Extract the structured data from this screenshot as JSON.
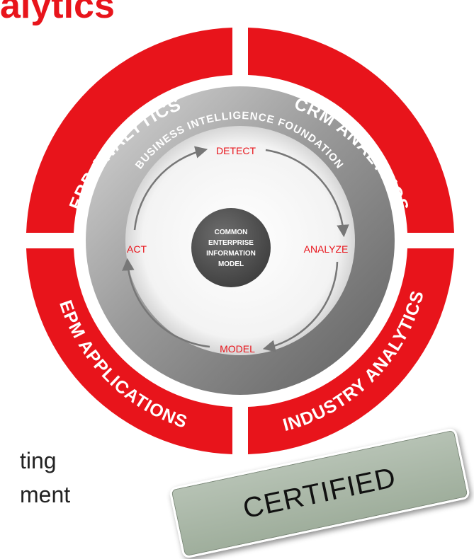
{
  "title": "alytics",
  "side_text": [
    "ting",
    "ment"
  ],
  "segments": {
    "top_left": "ERP ANALYTICS",
    "top_right": "CRM ANALYTICS",
    "bottom_left": "EPM APPLICATIONS",
    "bottom_right": "INDUSTRY ANALYTICS"
  },
  "foundation_label": "BUSINESS INTELLIGENCE FOUNDATION",
  "cycle": {
    "detect": "DETECT",
    "analyze": "ANALYZE",
    "model": "MODEL",
    "act": "ACT"
  },
  "core": [
    "COMMON",
    "ENTERPRISE",
    "INFORMATION",
    "MODEL"
  ],
  "stamp": "CERTIFIED",
  "colors": {
    "accent_red": "#e8141b",
    "ring_gray": "#8a8a8a",
    "core_gray": "#555555",
    "stamp_green": "#a9b7a6"
  },
  "icons": [
    "cycle-arrow-right",
    "cycle-arrow-down",
    "cycle-arrow-left",
    "cycle-arrow-up"
  ]
}
